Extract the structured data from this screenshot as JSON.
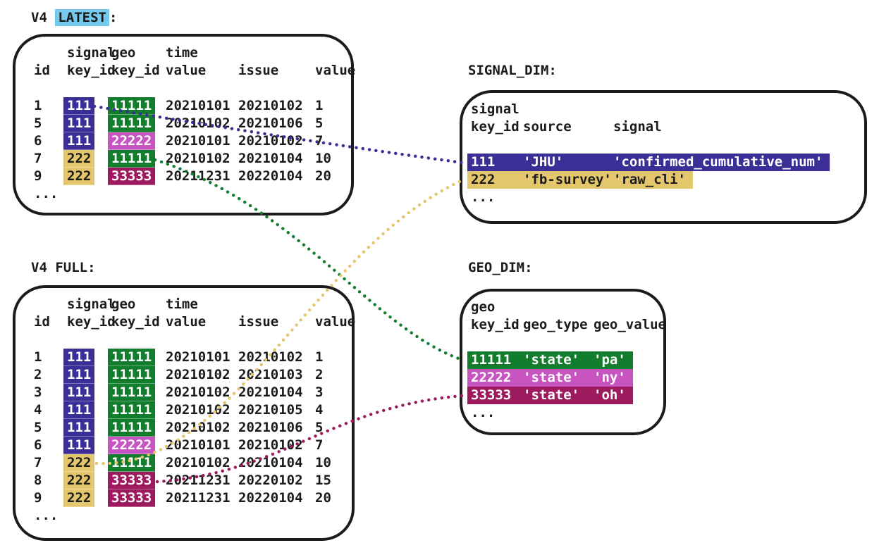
{
  "colors": {
    "ink": "#1b1b1b",
    "purple": "#3b2f97",
    "yellow": "#e4c76c",
    "green": "#127e2d",
    "pink": "#c754c0",
    "maroon": "#9e1a5e",
    "cyan": "#74c9ec"
  },
  "v4_latest": {
    "title_prefix": "V4 ",
    "title_highlight": "LATEST",
    "title_suffix": ":",
    "header_top": {
      "signal": "signal",
      "geo": "geo",
      "time": "time"
    },
    "header": {
      "id": "id",
      "signal_key": "key_id",
      "geo_key": "key_id",
      "time_value": "value",
      "issue": "issue",
      "value": "value"
    },
    "rows": [
      {
        "id": "1",
        "signal_key": "111",
        "signal_color": "purple",
        "geo_key": "11111",
        "geo_color": "green",
        "time_value": "20210101",
        "issue": "20210102",
        "value": "1"
      },
      {
        "id": "5",
        "signal_key": "111",
        "signal_color": "purple",
        "geo_key": "11111",
        "geo_color": "green",
        "time_value": "20210102",
        "issue": "20210106",
        "value": "5"
      },
      {
        "id": "6",
        "signal_key": "111",
        "signal_color": "purple",
        "geo_key": "22222",
        "geo_color": "pink",
        "time_value": "20210101",
        "issue": "20210102",
        "value": "7"
      },
      {
        "id": "7",
        "signal_key": "222",
        "signal_color": "yellow",
        "geo_key": "11111",
        "geo_color": "green",
        "time_value": "20210102",
        "issue": "20210104",
        "value": "10"
      },
      {
        "id": "9",
        "signal_key": "222",
        "signal_color": "yellow",
        "geo_key": "33333",
        "geo_color": "maroon",
        "time_value": "20211231",
        "issue": "20220104",
        "value": "20"
      }
    ],
    "ellipsis": "..."
  },
  "v4_full": {
    "title": "V4 FULL:",
    "header_top": {
      "signal": "signal",
      "geo": "geo",
      "time": "time"
    },
    "header": {
      "id": "id",
      "signal_key": "key_id",
      "geo_key": "key_id",
      "time_value": "value",
      "issue": "issue",
      "value": "value"
    },
    "rows": [
      {
        "id": "1",
        "signal_key": "111",
        "signal_color": "purple",
        "geo_key": "11111",
        "geo_color": "green",
        "time_value": "20210101",
        "issue": "20210102",
        "value": "1"
      },
      {
        "id": "2",
        "signal_key": "111",
        "signal_color": "purple",
        "geo_key": "11111",
        "geo_color": "green",
        "time_value": "20210102",
        "issue": "20210103",
        "value": "2"
      },
      {
        "id": "3",
        "signal_key": "111",
        "signal_color": "purple",
        "geo_key": "11111",
        "geo_color": "green",
        "time_value": "20210102",
        "issue": "20210104",
        "value": "3"
      },
      {
        "id": "4",
        "signal_key": "111",
        "signal_color": "purple",
        "geo_key": "11111",
        "geo_color": "green",
        "time_value": "20210102",
        "issue": "20210105",
        "value": "4"
      },
      {
        "id": "5",
        "signal_key": "111",
        "signal_color": "purple",
        "geo_key": "11111",
        "geo_color": "green",
        "time_value": "20210102",
        "issue": "20210106",
        "value": "5"
      },
      {
        "id": "6",
        "signal_key": "111",
        "signal_color": "purple",
        "geo_key": "22222",
        "geo_color": "pink",
        "time_value": "20210101",
        "issue": "20210102",
        "value": "7"
      },
      {
        "id": "7",
        "signal_key": "222",
        "signal_color": "yellow",
        "geo_key": "11111",
        "geo_color": "green",
        "time_value": "20210102",
        "issue": "20210104",
        "value": "10"
      },
      {
        "id": "8",
        "signal_key": "222",
        "signal_color": "yellow",
        "geo_key": "33333",
        "geo_color": "maroon",
        "time_value": "20211231",
        "issue": "20220102",
        "value": "15"
      },
      {
        "id": "9",
        "signal_key": "222",
        "signal_color": "yellow",
        "geo_key": "33333",
        "geo_color": "maroon",
        "time_value": "20211231",
        "issue": "20220104",
        "value": "20"
      }
    ],
    "ellipsis": "..."
  },
  "signal_dim": {
    "title": "SIGNAL_DIM:",
    "header_top": "signal",
    "header": {
      "key_id": "key_id",
      "source": "source",
      "signal": "signal"
    },
    "rows": [
      {
        "key_id": "111",
        "source": "'JHU'",
        "signal": "'confirmed_cumulative_num'",
        "color": "purple"
      },
      {
        "key_id": "222",
        "source": "'fb-survey'",
        "signal": "'raw_cli'",
        "color": "yellow"
      }
    ],
    "ellipsis": "..."
  },
  "geo_dim": {
    "title": "GEO_DIM:",
    "header_top": "geo",
    "header": {
      "key_id": "key_id",
      "geo_type": "geo_type",
      "geo_value": "geo_value"
    },
    "rows": [
      {
        "key_id": "11111",
        "geo_type": "'state'",
        "geo_value": "'pa'",
        "color": "green"
      },
      {
        "key_id": "22222",
        "geo_type": "'state'",
        "geo_value": "'ny'",
        "color": "pink"
      },
      {
        "key_id": "33333",
        "geo_type": "'state'",
        "geo_value": "'oh'",
        "color": "maroon"
      }
    ],
    "ellipsis": "..."
  },
  "connectors": [
    {
      "name": "latest-signal-111-to-signal-dim-111",
      "color": "purple"
    },
    {
      "name": "latest-geo-11111-to-geo-dim-11111",
      "color": "green"
    },
    {
      "name": "full-signal-222-to-signal-dim-222",
      "color": "yellow"
    },
    {
      "name": "full-geo-33333-to-geo-dim-33333",
      "color": "maroon"
    }
  ]
}
